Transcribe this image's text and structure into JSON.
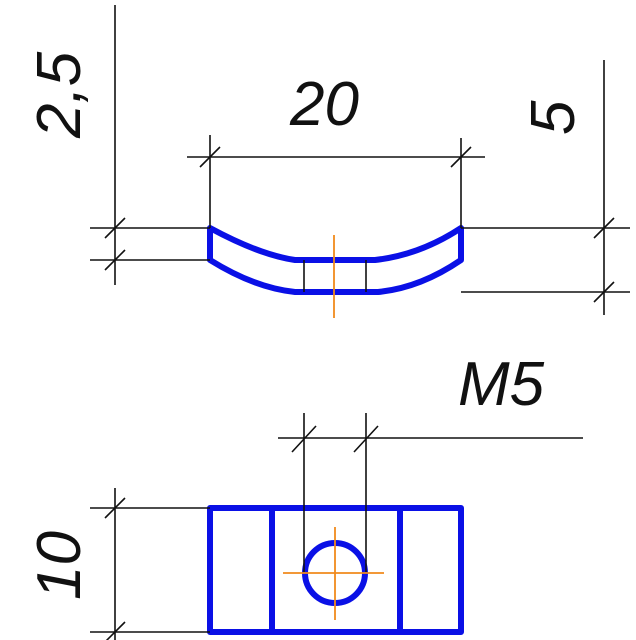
{
  "drawing": {
    "dimensions": {
      "top_width": "20",
      "top_thickness": "2,5",
      "top_height": "5",
      "thread": "M5",
      "bottom_height": "10"
    },
    "colors": {
      "part_outline": "#0a10e6",
      "center_line": "#f08a1c",
      "dimension_line": "#111111"
    }
  }
}
